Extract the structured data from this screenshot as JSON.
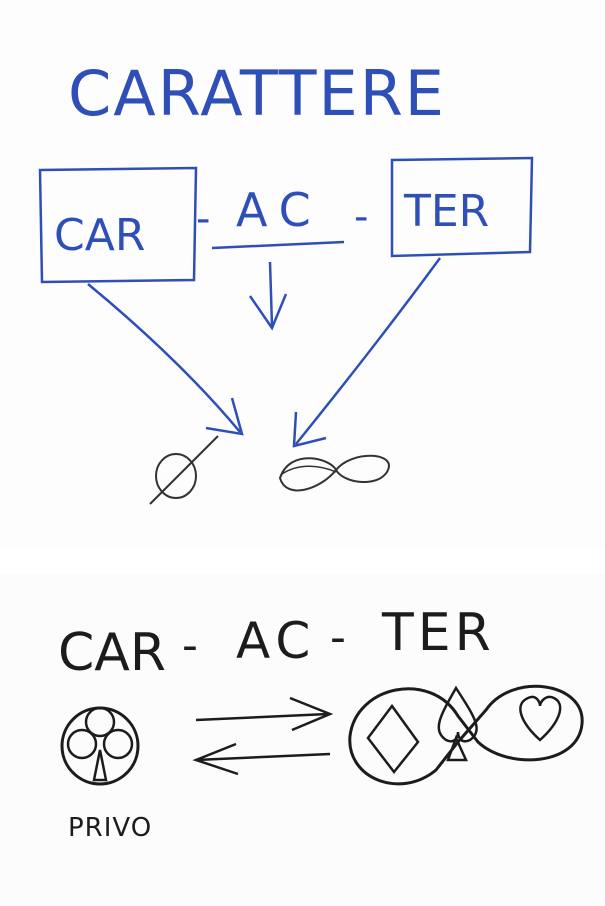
{
  "top": {
    "title": "CARATTERE",
    "syllables": [
      "CAR",
      "AC",
      "TER"
    ],
    "hyphens": [
      "-",
      "-"
    ],
    "symbols": {
      "empty_set": "Ø",
      "infinity": "∞"
    },
    "colors": {
      "ink": "#2f4fb8",
      "pencil": "#2a2a2a"
    }
  },
  "bottom": {
    "syllables": [
      "CAR",
      "AC",
      "TER"
    ],
    "hyphens": [
      "-",
      "-"
    ],
    "left_symbol": "club-in-circle-icon",
    "right_symbol": "infinity-with-diamond-spade-heart-icon",
    "caption": "PRIVO",
    "colors": {
      "ink": "#1c1c1c"
    }
  }
}
